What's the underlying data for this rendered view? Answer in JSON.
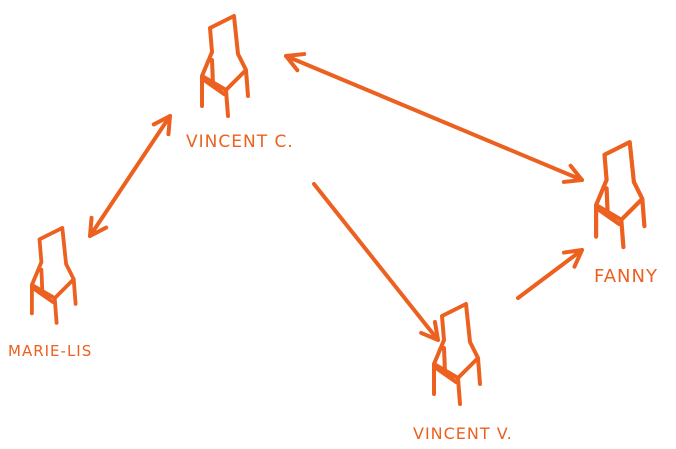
{
  "colors": {
    "accent": "#EC6020",
    "background": "#FFFFFF"
  },
  "people": [
    {
      "id": "vincent-c",
      "name": "VINCENT C.",
      "icon": "chair-icon"
    },
    {
      "id": "marie-lis",
      "name": "MARIE-LIS",
      "icon": "chair-icon"
    },
    {
      "id": "fanny",
      "name": "FANNY",
      "icon": "chair-icon"
    },
    {
      "id": "vincent-v",
      "name": "VINCENT V.",
      "icon": "chair-icon"
    }
  ],
  "connections": [
    {
      "from": "vincent-c",
      "to": "marie-lis",
      "direction": "both"
    },
    {
      "from": "vincent-c",
      "to": "fanny",
      "direction": "both"
    },
    {
      "from": "vincent-c",
      "to": "vincent-v",
      "direction": "forward"
    },
    {
      "from": "vincent-v",
      "to": "fanny",
      "direction": "forward"
    }
  ]
}
